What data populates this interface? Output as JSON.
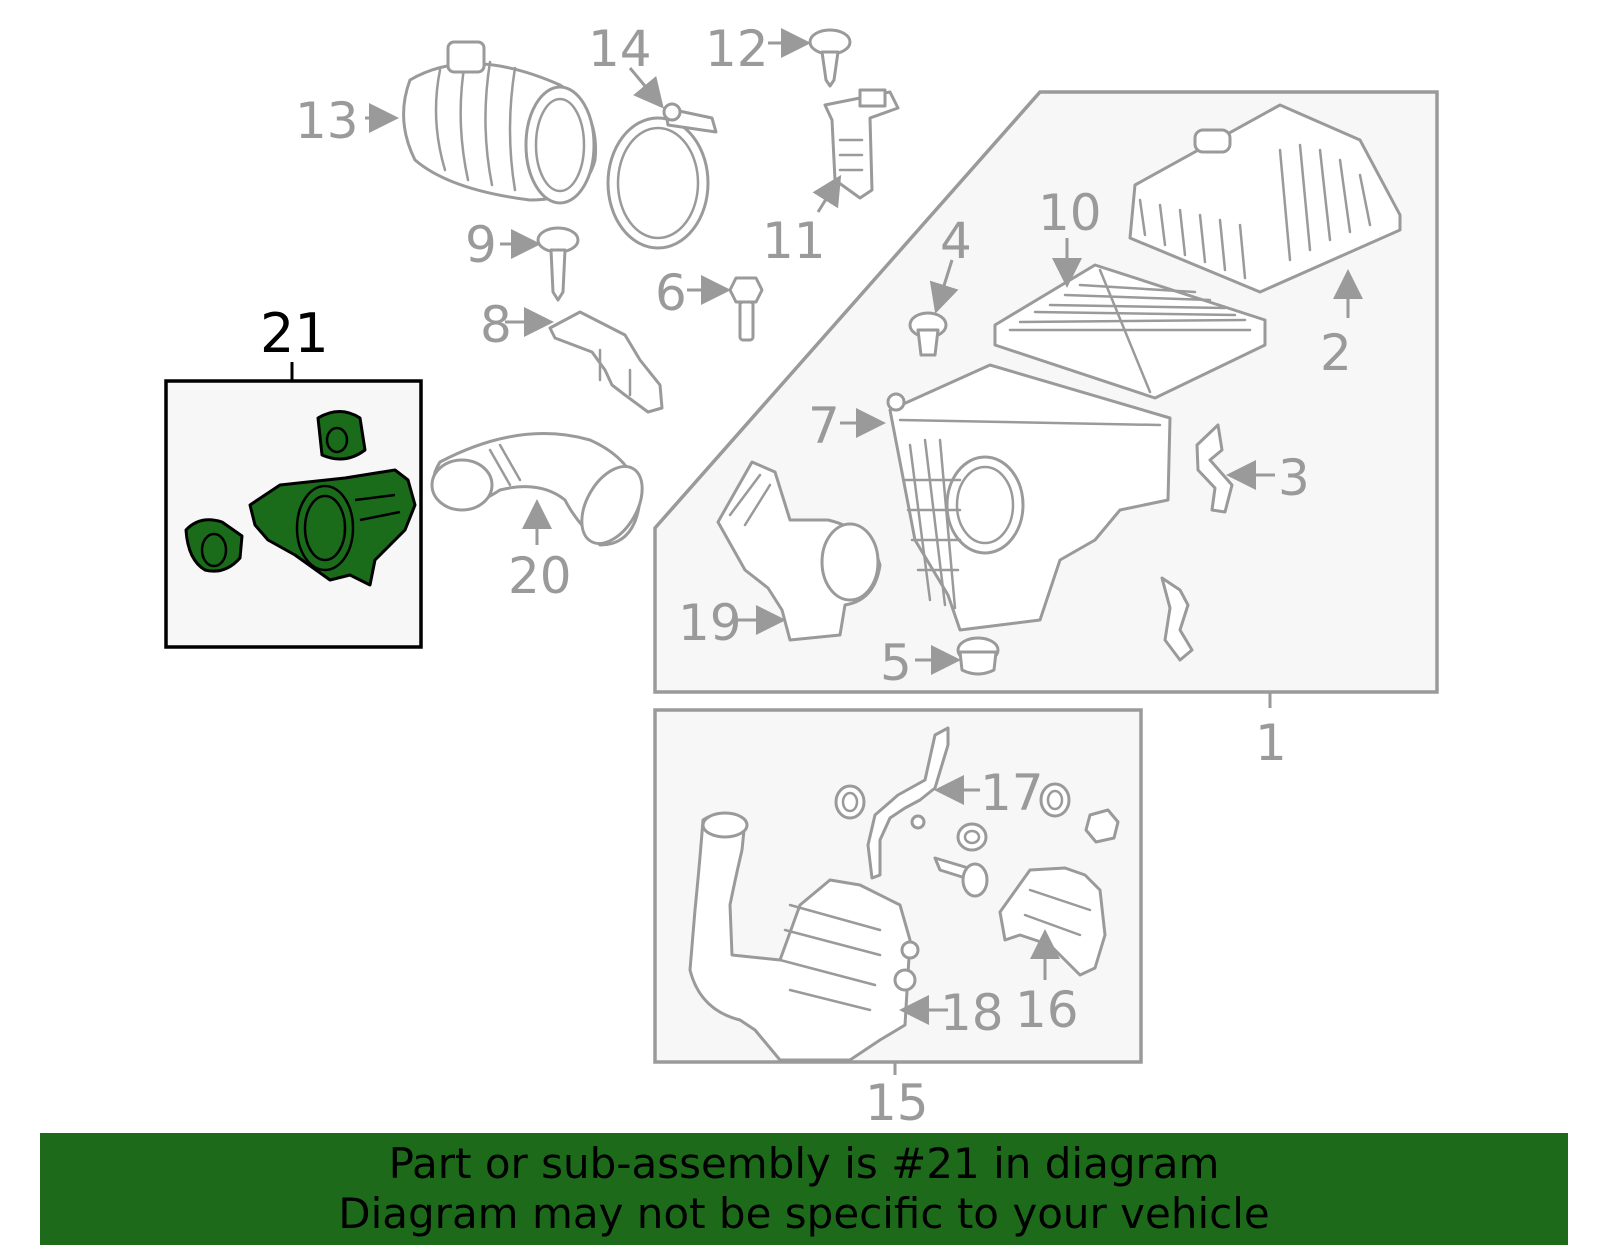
{
  "highlight_color": "#1d6b1a",
  "callouts": {
    "c1": "1",
    "c2": "2",
    "c3": "3",
    "c4": "4",
    "c5": "5",
    "c6": "6",
    "c7": "7",
    "c8": "8",
    "c9": "9",
    "c10": "10",
    "c11": "11",
    "c12": "12",
    "c13": "13",
    "c14": "14",
    "c15": "15",
    "c16": "16",
    "c17": "17",
    "c18": "18",
    "c19": "19",
    "c20": "20",
    "c21": "21"
  },
  "banner": {
    "line1": "Part or sub-assembly is #21 in diagram",
    "line2": "Diagram may not be specific to your vehicle"
  }
}
